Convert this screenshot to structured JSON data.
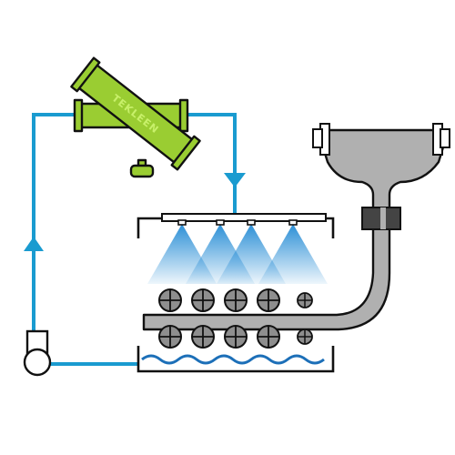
{
  "filter": {
    "brand": "TEKLEEN",
    "body_color": "#9ACD32",
    "outline_color": "#111111"
  },
  "colors": {
    "pipe": "#1A9BD0",
    "spray": "#2B8FD6",
    "water": "#1C6FB8",
    "roller_fill": "#8E8E8E",
    "strip": "#A9A9A9",
    "mold": "#B0B0B0",
    "clamp": "#444444",
    "outline": "#111111"
  },
  "diagram": {
    "flow_direction_arrows": [
      "up-left-riser",
      "down-right-drop"
    ],
    "spray_nozzle_count": 4,
    "upper_roller_count": 5,
    "lower_roller_count": 5
  }
}
